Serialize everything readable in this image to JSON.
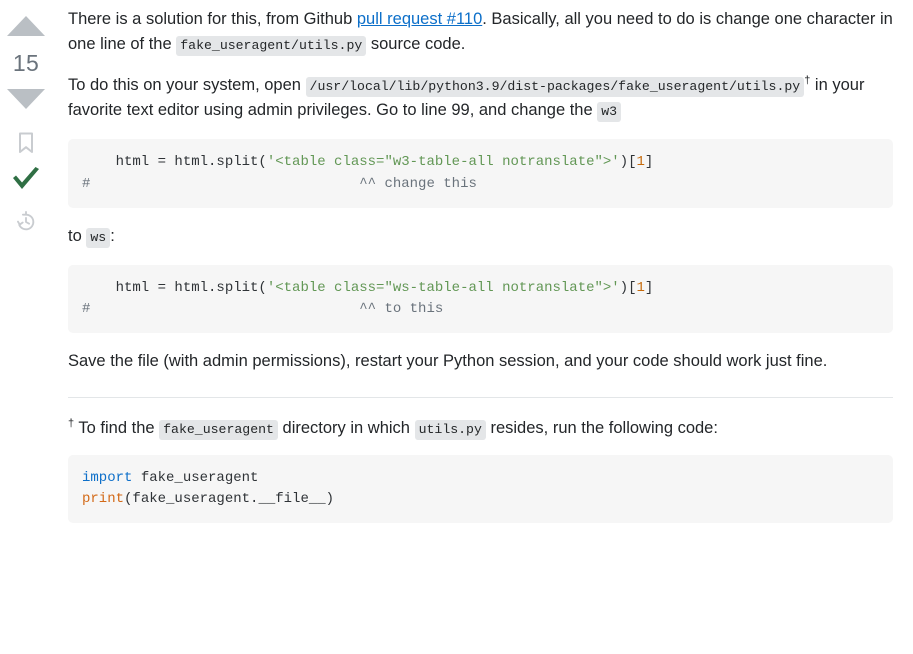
{
  "vote": {
    "up_label": "upvote",
    "count": "15",
    "down_label": "downvote",
    "bookmark_label": "bookmark",
    "accepted_label": "accepted-answer",
    "history_label": "edit history",
    "accent_green": "#2f6f44",
    "arrow_grey": "#babfc4",
    "count_color": "#6a737c"
  },
  "answer": {
    "p1": {
      "t1": "There is a solution for this, from Github ",
      "link": "pull request #110",
      "t2": ". Basically, all you need to do is change one character in one line of the ",
      "code1": "fake_useragent/utils.py",
      "t3": " source code."
    },
    "p2": {
      "t1": "To do this on your system, open ",
      "code1": "/usr/local/lib/python3.9/dist-packages/fake_useragent/utils.py",
      "dagger": "†",
      "t2": " in your favorite text editor using admin privileges. Go to line 99, and change the ",
      "code2": "w3"
    },
    "code_block_1": {
      "line1_pre": "    html = html.split(",
      "line1_str": "'<table class=\"w3-table-all notranslate\">'",
      "line1_mid": ")[",
      "line1_num": "1",
      "line1_post": "]",
      "line2_hash": "#",
      "line2_comment": "                                ^^ change this"
    },
    "p3": {
      "t1": "to ",
      "code1": "ws",
      "t2": ":"
    },
    "code_block_2": {
      "line1_pre": "    html = html.split(",
      "line1_str": "'<table class=\"ws-table-all notranslate\">'",
      "line1_mid": ")[",
      "line1_num": "1",
      "line1_post": "]",
      "line2_hash": "#",
      "line2_comment": "                                ^^ to this"
    },
    "p4": "Save the file (with admin permissions), restart your Python session, and your code should work just fine.",
    "footnote": {
      "dagger": "†",
      "t1": " To find the ",
      "code1": "fake_useragent",
      "t2": " directory in which ",
      "code2": "utils.py",
      "t3": " resides, run the following code:"
    },
    "code_block_3": {
      "kw": "import",
      "line1_rest": " fake_useragent",
      "fn": "print",
      "line2_rest": "(fake_useragent.__file__)"
    }
  }
}
